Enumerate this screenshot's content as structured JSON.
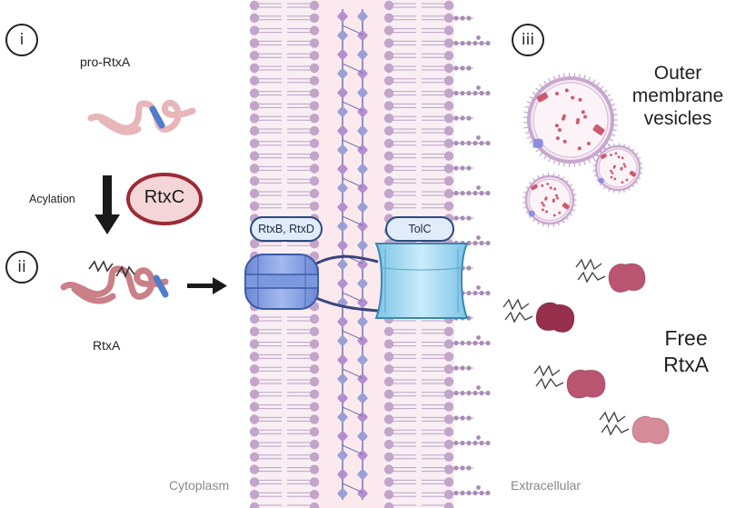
{
  "steps": [
    "i",
    "ii",
    "iii"
  ],
  "labels": {
    "pro_rtxa": "pro-RtxA",
    "acylation": "Acylation",
    "rtxc": "RtxC",
    "rtxa": "RtxA",
    "rtxb_rtxd": "RtxB, RtxD",
    "tolc": "TolC",
    "omv": "Outer\nmembrane\nvesicles",
    "free_rtxa": "Free\nRtxA",
    "cytoplasm": "Cytoplasm",
    "extracellular": "Extracellular"
  },
  "colors": {
    "lipid_head": "#c2a5c9",
    "lipid_tail": "#bba3c4",
    "periplasm": "#fbe9ee",
    "peptidoglycan_node": "#b48fcf",
    "peptidoglycan_strand": "#6f74b0",
    "pro_rtxa_chain": "#e8b5b8",
    "rtxa_chain": "#c98088",
    "tag_blue": "#4f7ccc",
    "rtxc_fill": "#f5d6d8",
    "rtxc_border": "#9c2b35",
    "transporter_blue": "#8aa6e6",
    "tolc_cyan": "#a9dcf3",
    "free_rtxa_dark": "#962f4b",
    "free_rtxa_mid": "#b95570",
    "free_rtxa_light": "#d68b98",
    "vesicle_fill": "#f6e9f1",
    "vesicle_cargo": "#cf5a6e"
  }
}
